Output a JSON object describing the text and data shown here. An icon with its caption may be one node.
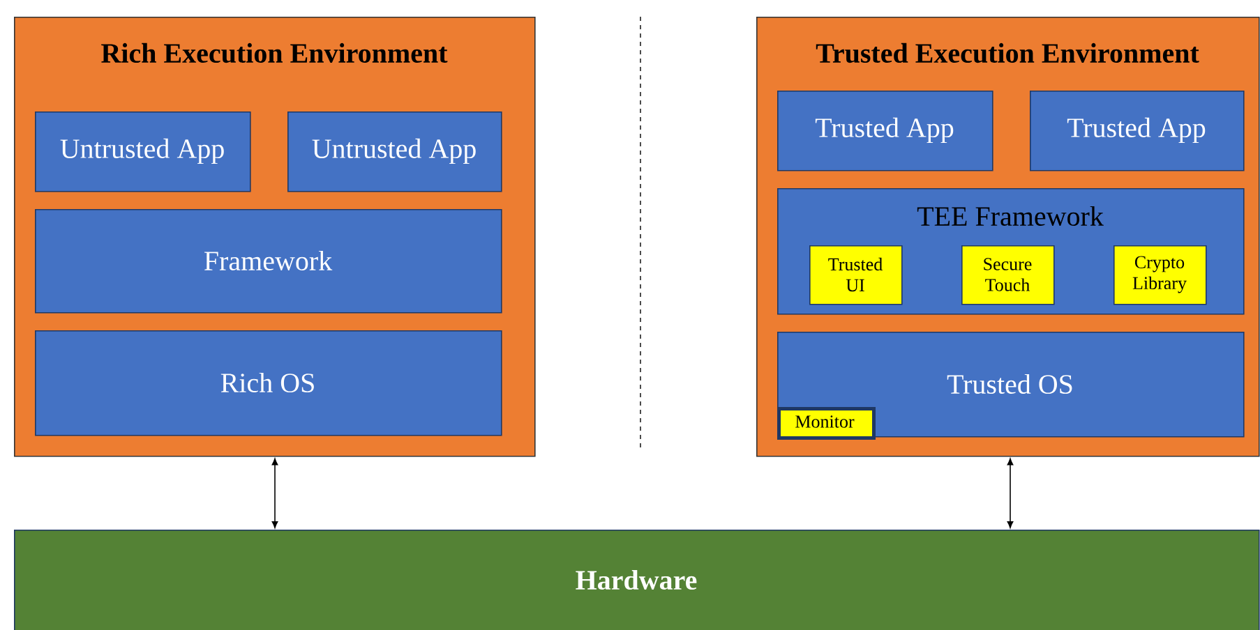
{
  "diagram": {
    "nodes": [
      {
        "text": [
          "Rich Execution Environment"
        ]
      },
      {
        "text": [
          "Untrusted App"
        ],
        "in": 0
      },
      {
        "text": [
          "Untrusted App"
        ],
        "in": 0
      },
      {
        "text": [
          "Framework"
        ],
        "in": 0
      },
      {
        "text": [
          "Rich OS"
        ],
        "in": 0
      },
      {
        "text": [
          "Trusted Execution Environment"
        ]
      },
      {
        "text": [
          "Trusted App"
        ],
        "in": 5
      },
      {
        "text": [
          "Trusted App"
        ],
        "in": 5
      },
      {
        "text": [
          "TEE Framework"
        ],
        "in": 5
      },
      {
        "text": [
          "Trusted UI"
        ],
        "in": 8
      },
      {
        "text": [
          "Secure Touch"
        ],
        "in": 8
      },
      {
        "text": [
          "Crypto Library"
        ],
        "in": 8
      },
      {
        "text": [
          "Trusted OS"
        ],
        "in": 5
      },
      {
        "text": [
          "Monitor"
        ],
        "in": 12
      },
      {
        "text": [
          "Hardware"
        ]
      }
    ],
    "edges": [
      {
        "from": 0,
        "to": 14,
        "arrow": "both"
      },
      {
        "from": 5,
        "to": 14,
        "arrow": "both"
      }
    ]
  }
}
